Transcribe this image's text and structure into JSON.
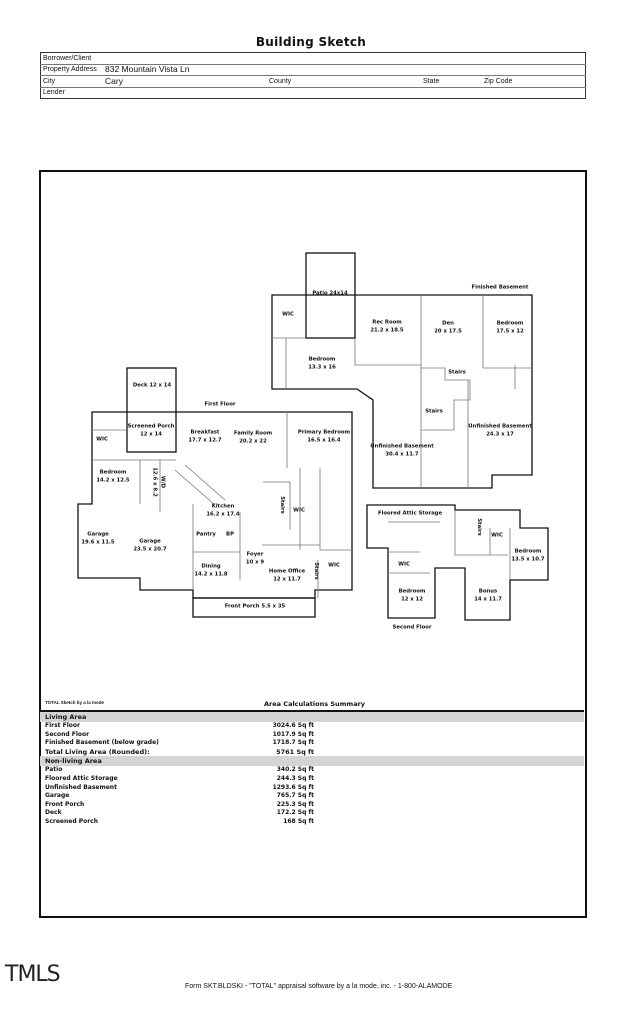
{
  "title": "Building Sketch",
  "header": {
    "borrower_label": "Borrower/Client",
    "borrower_value": "",
    "address_label": "Property Address",
    "address_value": "832 Mountain Vista Ln",
    "city_label": "City",
    "city_value": "Cary",
    "county_label": "County",
    "state_label": "State",
    "zip_label": "Zip Code",
    "lender_label": "Lender"
  },
  "plan": {
    "floors": {
      "basement": "Finished Basement",
      "first": "First Floor",
      "second": "Second Floor"
    },
    "rooms": [
      {
        "name": "Patio 24x14",
        "dims": ""
      },
      {
        "name": "WIC",
        "dims": ""
      },
      {
        "name": "Rec Room",
        "dims": "21.2 x 18.5"
      },
      {
        "name": "Den",
        "dims": "20 x 17.5"
      },
      {
        "name": "Bedroom",
        "dims": "17.5 x 12"
      },
      {
        "name": "Bedroom",
        "dims": "13.3 x 16"
      },
      {
        "name": "Stairs",
        "dims": ""
      },
      {
        "name": "Stairs",
        "dims": ""
      },
      {
        "name": "Unfinished Basement",
        "dims": "24.3 x 17"
      },
      {
        "name": "Unfinished Basement",
        "dims": "30.4 x 11.7"
      },
      {
        "name": "Deck 12 x 14",
        "dims": ""
      },
      {
        "name": "Screened Porch",
        "dims": "12 x 14"
      },
      {
        "name": "WIC",
        "dims": ""
      },
      {
        "name": "Breakfast",
        "dims": "17.7 x 12.7"
      },
      {
        "name": "Family Room",
        "dims": "20.2 x 22"
      },
      {
        "name": "Primary Bedroom",
        "dims": "16.5 x 16.4"
      },
      {
        "name": "Bedroom",
        "dims": "14.2 x 12.5"
      },
      {
        "name": "W/D",
        "dims": "12.6 x 8.2"
      },
      {
        "name": "Kitchen",
        "dims": "16.2 x 17.4"
      },
      {
        "name": "Stairs",
        "dims": ""
      },
      {
        "name": "WIC",
        "dims": ""
      },
      {
        "name": "Garage",
        "dims": "19.6 x 11.5"
      },
      {
        "name": "Garage",
        "dims": "23.5 x 20.7"
      },
      {
        "name": "Pantry",
        "dims": ""
      },
      {
        "name": "BP",
        "dims": ""
      },
      {
        "name": "Foyer",
        "dims": "10 x 9"
      },
      {
        "name": "Dining",
        "dims": "14.2 x 11.8"
      },
      {
        "name": "Home Office",
        "dims": "12 x 11.7"
      },
      {
        "name": "Stairs",
        "dims": ""
      },
      {
        "name": "WIC",
        "dims": ""
      },
      {
        "name": "Front Porch 5.5 x 35",
        "dims": ""
      },
      {
        "name": "Floored Attic Storage",
        "dims": ""
      },
      {
        "name": "Stairs",
        "dims": ""
      },
      {
        "name": "WIC",
        "dims": ""
      },
      {
        "name": "Bedroom",
        "dims": "13.5 x 10.7"
      },
      {
        "name": "WIC",
        "dims": ""
      },
      {
        "name": "Bedroom",
        "dims": "12 x 12"
      },
      {
        "name": "Bonus",
        "dims": "14 x 11.7"
      }
    ]
  },
  "summary": {
    "credit": "TOTAL Sketch by a la mode",
    "title": "Area Calculations Summary",
    "living_header": "Living Area",
    "living": [
      {
        "label": "First Floor",
        "value": "3024.6 Sq ft"
      },
      {
        "label": "Second Floor",
        "value": "1017.9 Sq ft"
      },
      {
        "label": "Finished Basement (below grade)",
        "value": "1718.7 Sq ft"
      }
    ],
    "total_label": "Total Living Area (Rounded):",
    "total_value": "5761 Sq ft",
    "nonliving_header": "Non-living Area",
    "nonliving": [
      {
        "label": "Patio",
        "value": "340.2 Sq ft"
      },
      {
        "label": "Floored Attic Storage",
        "value": "244.3 Sq ft"
      },
      {
        "label": "Unfinished Basement",
        "value": "1293.6 Sq ft"
      },
      {
        "label": "Garage",
        "value": "765.7 Sq ft"
      },
      {
        "label": "Front Porch",
        "value": "225.3 Sq ft"
      },
      {
        "label": "Deck",
        "value": "172.2 Sq ft"
      },
      {
        "label": "Screened Porch",
        "value": "168 Sq ft"
      }
    ]
  },
  "logo": "TMLS",
  "footer": "Form SKT.BLDSKI - \"TOTAL\" appraisal software by a la mode, inc. - 1-800-ALAMODE"
}
